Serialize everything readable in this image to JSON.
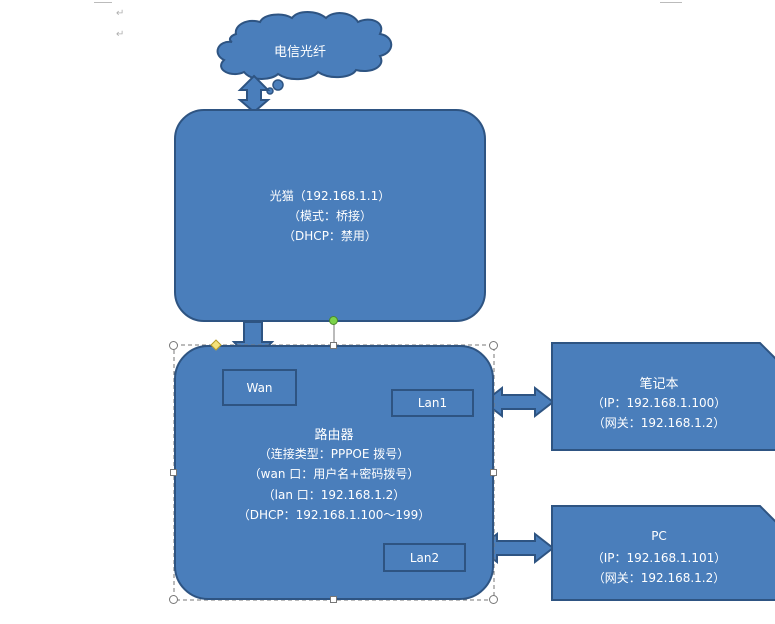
{
  "paragraph_marks": [
    "↵",
    "↵"
  ],
  "cloud": {
    "label": "电信光纤"
  },
  "modem": {
    "lines": [
      "光猫（192.168.1.1）",
      "（模式：桥接）",
      "（DHCP：禁用）"
    ]
  },
  "router": {
    "title": "路由器",
    "lines": [
      "（连接类型：PPPOE 拨号）",
      "（wan 口：用户名+密码拨号）",
      "（lan 口：192.168.1.2）",
      "（DHCP：192.168.1.100～199）"
    ],
    "ports": {
      "wan": "Wan",
      "lan1": "Lan1",
      "lan2": "Lan2"
    }
  },
  "laptop": {
    "title": "笔记本",
    "lines": [
      "（IP：192.168.1.100）",
      "（网关：192.168.1.2）"
    ]
  },
  "pc": {
    "title": "PC",
    "lines": [
      "（IP：192.168.1.101）",
      "（网关：192.168.1.2）"
    ]
  },
  "colors": {
    "fill": "#4a7ebb",
    "stroke": "#2e5482",
    "text": "#ffffff"
  }
}
